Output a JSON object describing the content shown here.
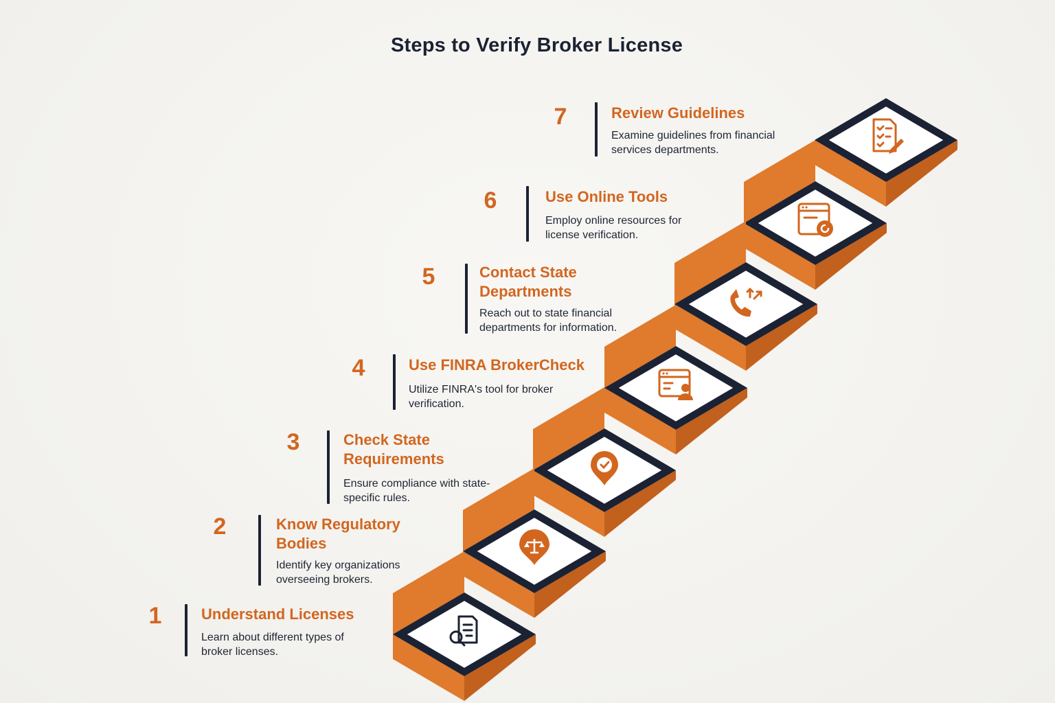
{
  "title": "Steps to Verify Broker License",
  "colors": {
    "accent": "#d2661f",
    "dark": "#1b2233",
    "step_face": "#e07a2c",
    "step_shadow": "#c2601e"
  },
  "steps": [
    {
      "number": "1",
      "title": "Understand Licenses",
      "description": "Learn about different types of broker licenses.",
      "icon": "document-search-icon"
    },
    {
      "number": "2",
      "title": "Know Regulatory Bodies",
      "description": "Identify key organizations overseeing brokers.",
      "icon": "scales-pin-icon"
    },
    {
      "number": "3",
      "title": "Check State Requirements",
      "description": "Ensure compliance with state-specific rules.",
      "icon": "location-check-icon"
    },
    {
      "number": "4",
      "title": "Use FINRA BrokerCheck",
      "description": "Utilize FINRA's tool for broker verification.",
      "icon": "browser-user-icon"
    },
    {
      "number": "5",
      "title": "Contact State Departments",
      "description": "Reach out to state financial departments for information.",
      "icon": "phone-arrows-icon"
    },
    {
      "number": "6",
      "title": "Use Online Tools",
      "description": "Employ online resources for license verification.",
      "icon": "browser-refresh-icon"
    },
    {
      "number": "7",
      "title": "Review Guidelines",
      "description": "Examine guidelines from financial services departments.",
      "icon": "checklist-pen-icon"
    }
  ]
}
